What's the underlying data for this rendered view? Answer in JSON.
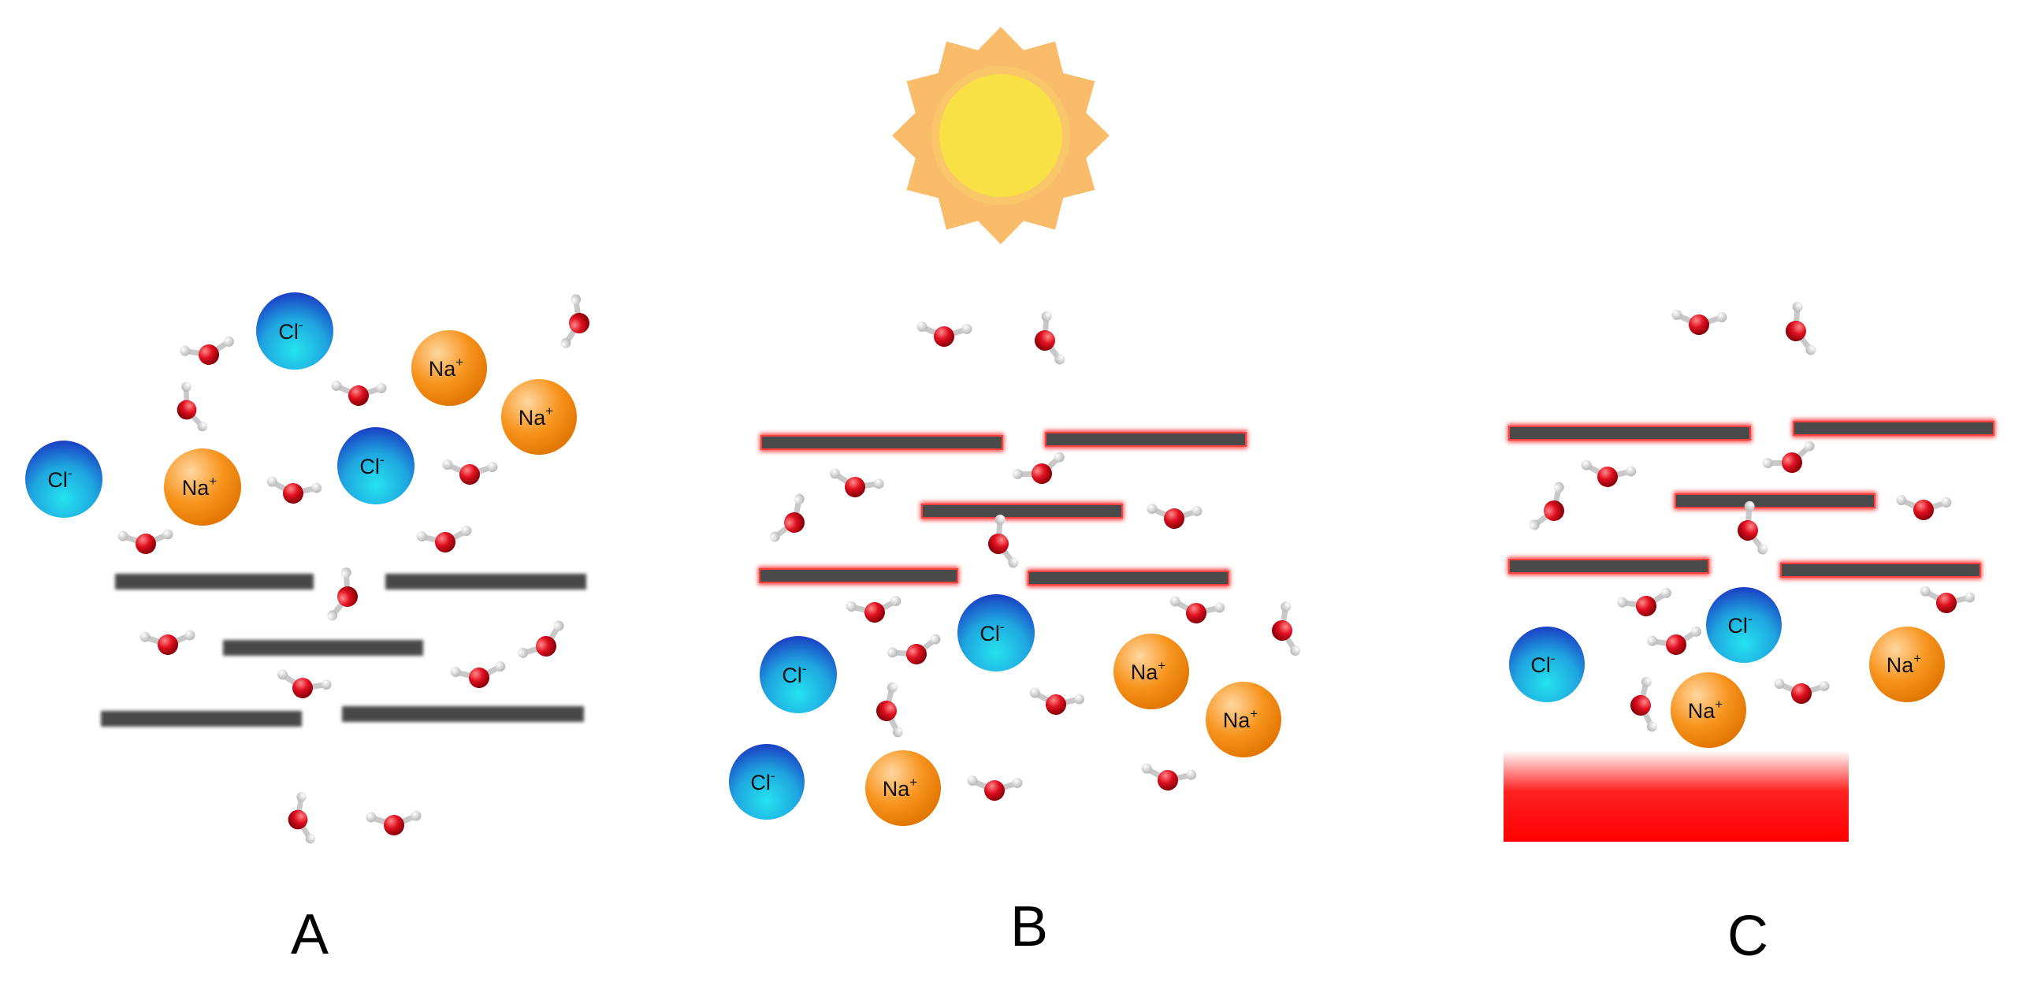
{
  "panels": [
    {
      "id": "A",
      "label": "A"
    },
    {
      "id": "B",
      "label": "B"
    },
    {
      "id": "C",
      "label": "C"
    }
  ],
  "ions": {
    "cation": {
      "symbol": "Na",
      "charge": "+"
    },
    "anion": {
      "symbol": "Cl",
      "charge": "-"
    }
  },
  "colors": {
    "membrane": "#4a4a4a",
    "membrane_glow": "#ff2a2a",
    "sun_ray": "#f8bc6b",
    "sun_core": "#f9e145",
    "na_ion": "#f7941d",
    "cl_ion": "#1d6fd6",
    "oxygen": "#d0101a",
    "hydrogen": "#f2f2f2",
    "heater": "#ff0000"
  },
  "icons": [
    "sun-icon",
    "water-molecule-icon",
    "sodium-ion-icon",
    "chloride-ion-icon",
    "membrane-sheet",
    "heater-plate"
  ]
}
